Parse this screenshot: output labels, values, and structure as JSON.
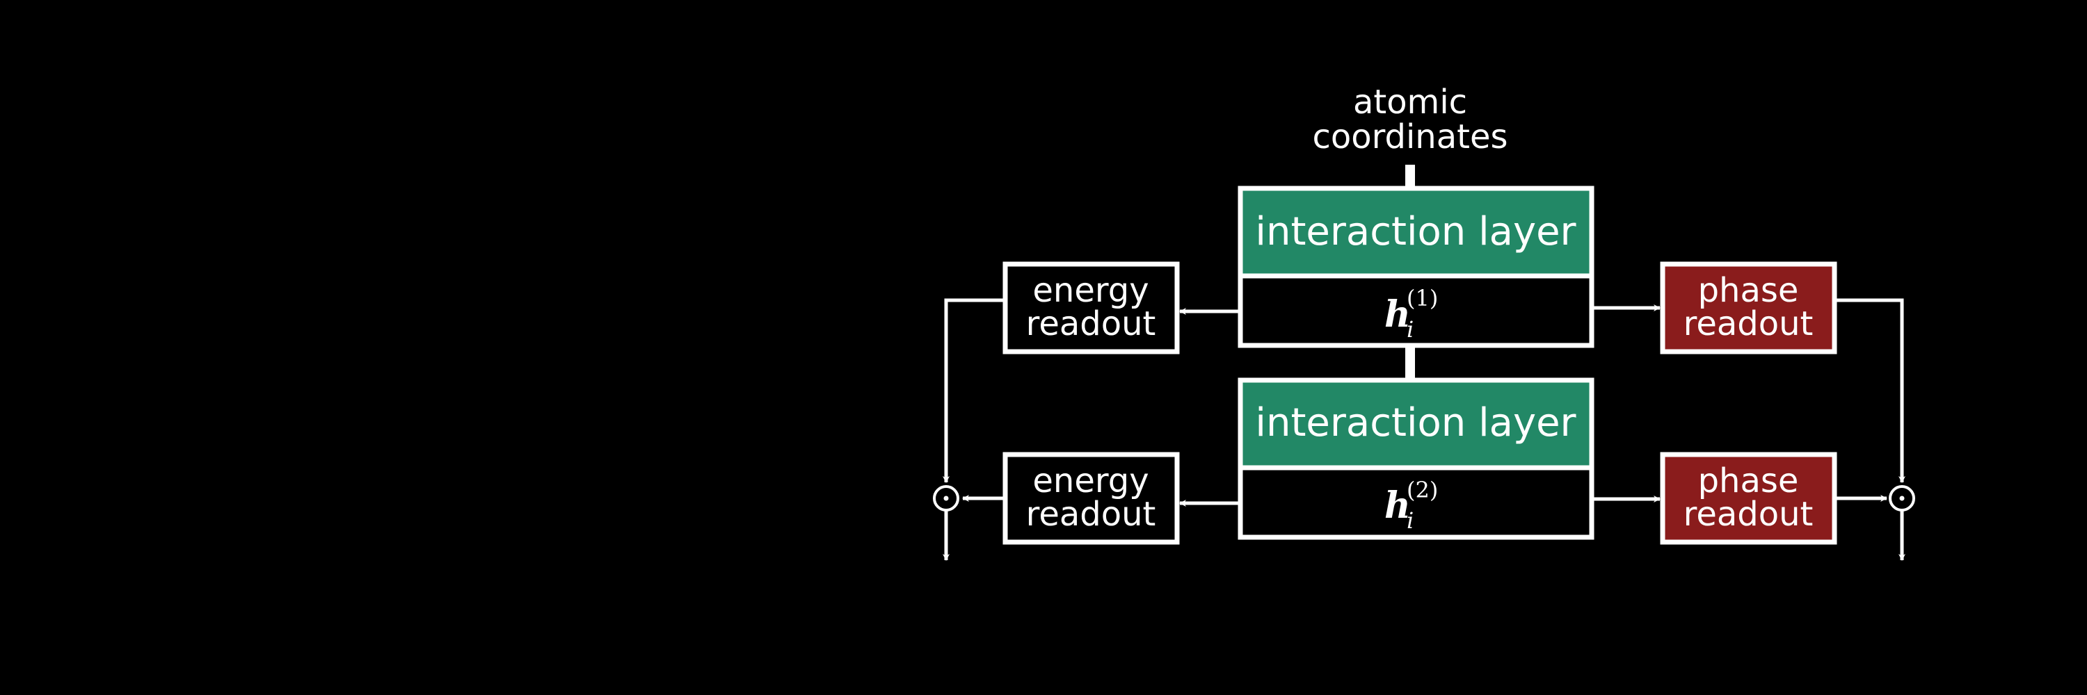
{
  "input": {
    "line1": "atomic",
    "line2": "coordinates"
  },
  "colors": {
    "background": "#000000",
    "stroke": "#ffffff",
    "interaction_fill": "#228866",
    "phase_fill": "#8a1c1c"
  },
  "blocks": [
    {
      "interaction_label": "interaction layer",
      "feature": {
        "symbol": "h",
        "subscript": "i",
        "superscript": "(1)"
      },
      "energy": {
        "line1": "energy",
        "line2": "readout"
      },
      "phase": {
        "line1": "phase",
        "line2": "readout"
      }
    },
    {
      "interaction_label": "interaction layer",
      "feature": {
        "symbol": "h",
        "subscript": "i",
        "superscript": "(2)"
      },
      "energy": {
        "line1": "energy",
        "line2": "readout"
      },
      "phase": {
        "line1": "phase",
        "line2": "readout"
      }
    }
  ],
  "combine_symbol": "⊙"
}
